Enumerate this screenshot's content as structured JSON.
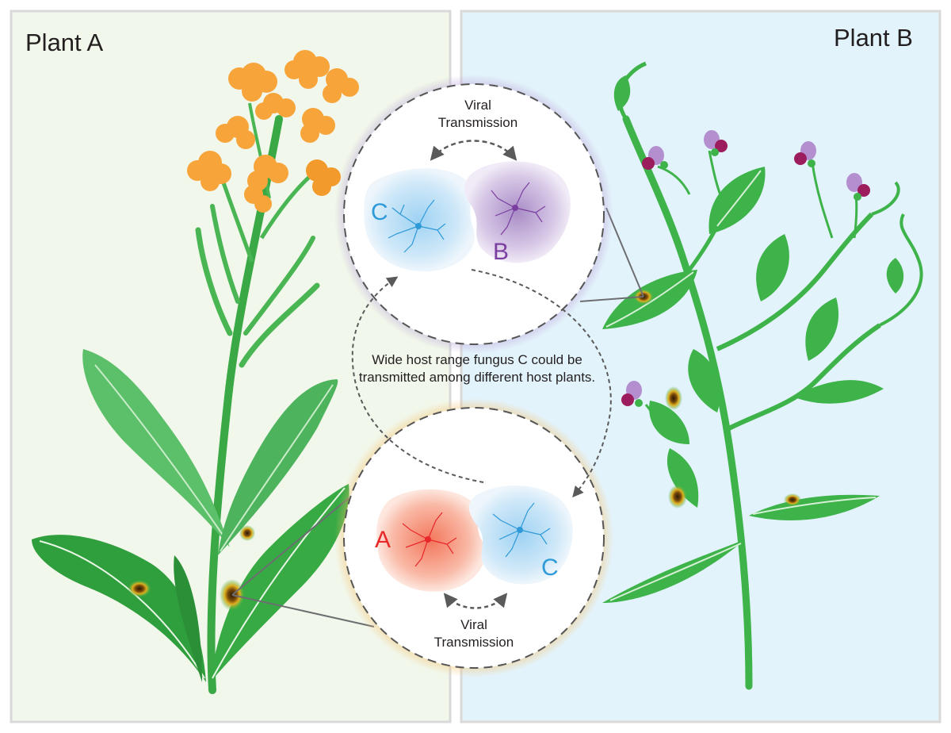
{
  "panels": {
    "left_title": "Plant A",
    "right_title": "Plant B"
  },
  "top_circle": {
    "label": "Viral\nTransmission",
    "fungus_left": "C",
    "fungus_right": "B"
  },
  "bottom_circle": {
    "label": "Viral\nTransmission",
    "fungus_left": "A",
    "fungus_right": "C"
  },
  "center_note": "Wide host range fungus C could be transmitted among different host plants.",
  "colors": {
    "panel_a_bg": "#f1f7ea",
    "panel_b_bg": "#e3f3fb",
    "leaf_green": "#3db34a",
    "flower_orange": "#f7a43a",
    "pea_purple": "#b48fd0",
    "pea_magenta": "#9c1d5e",
    "fungus_c": "#2e9ad8",
    "fungus_b": "#7b3fa0",
    "fungus_a": "#e8282a"
  }
}
